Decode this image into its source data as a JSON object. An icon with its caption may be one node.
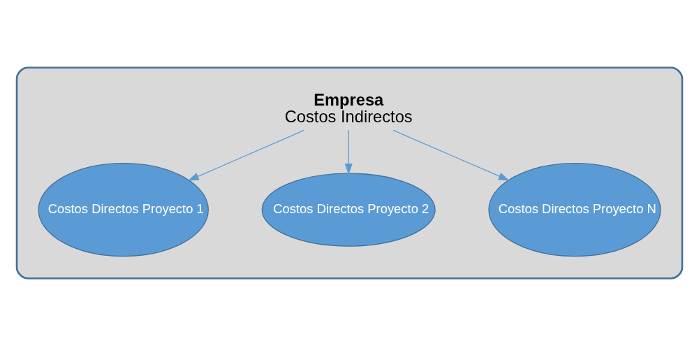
{
  "diagram": {
    "nodes": [
      {
        "text": [],
        "shape": "box"
      },
      {
        "text": [
          "Costos Directos Proyecto 1"
        ],
        "in": 0
      },
      {
        "text": [
          "Costos Directos Proyecto 2"
        ],
        "in": 0
      },
      {
        "text": [
          "Empresa",
          "Costos Indirectos"
        ],
        "in": 0
      },
      {
        "text": [
          "Costos Directos Proyecto N"
        ],
        "in": 0
      }
    ],
    "edges": [
      {
        "from": 3,
        "to": 1,
        "arrow": "to"
      },
      {
        "from": 3,
        "to": 2,
        "arrow": "to"
      },
      {
        "from": 3,
        "to": 4,
        "arrow": "to"
      }
    ]
  }
}
